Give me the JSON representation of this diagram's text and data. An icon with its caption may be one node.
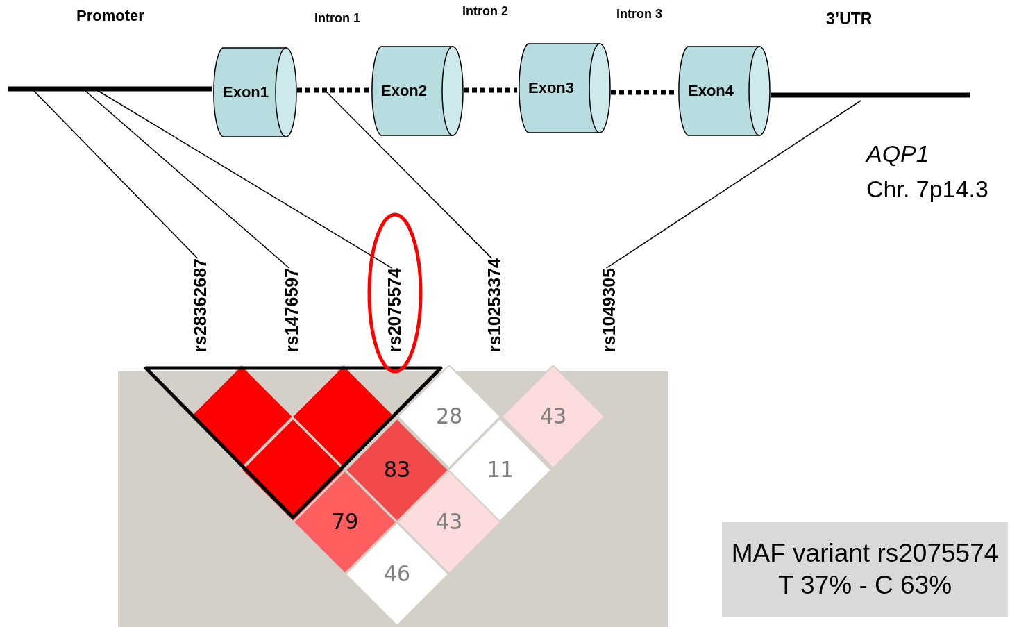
{
  "diagram": {
    "nodes": [
      {
        "text": [
          "Exon1"
        ]
      },
      {
        "text": [
          "Exon2"
        ]
      },
      {
        "text": [
          "Exon3"
        ]
      },
      {
        "text": [
          "Exon4"
        ]
      },
      {
        "text": [
          "rs28362687"
        ]
      },
      {
        "text": [
          "rs1476597"
        ]
      },
      {
        "text": [
          "rs2075574"
        ]
      },
      {
        "text": [
          "rs10253374"
        ]
      },
      {
        "text": [
          "rs1049305"
        ]
      },
      {
        "text": [],
        "shape": "diamond"
      },
      {
        "text": [],
        "shape": "diamond"
      },
      {
        "text": [
          "28"
        ]
      },
      {
        "text": [
          "43"
        ]
      },
      {
        "text": [],
        "shape": "diamond"
      },
      {
        "text": [
          "83"
        ]
      },
      {
        "text": [
          "11"
        ]
      },
      {
        "text": [
          "79"
        ]
      },
      {
        "text": [
          "43"
        ]
      },
      {
        "text": [
          "46"
        ]
      },
      {
        "text": [
          "MAF variant rs2075574",
          "T 37% - C 63%"
        ]
      }
    ],
    "edges": [
      {
        "from": 4,
        "to": null,
        "arrow": "none"
      },
      {
        "from": 5,
        "to": null,
        "arrow": "none"
      },
      {
        "from": 6,
        "to": null,
        "arrow": "none"
      },
      {
        "from": 7,
        "to": null,
        "arrow": "none"
      },
      {
        "from": 8,
        "to": null,
        "arrow": "none"
      },
      {
        "from": 0,
        "to": 1,
        "arrow": "none",
        "style": "dashed"
      },
      {
        "from": 1,
        "to": 2,
        "arrow": "none",
        "style": "dashed"
      },
      {
        "from": 2,
        "to": 3,
        "arrow": "none",
        "style": "dashed"
      }
    ],
    "labels": [
      "Promoter",
      "Intron 1",
      "Intron 2",
      "Intron 3",
      "3’UTR",
      "AQP1",
      "Chr. 7p14.3"
    ]
  }
}
